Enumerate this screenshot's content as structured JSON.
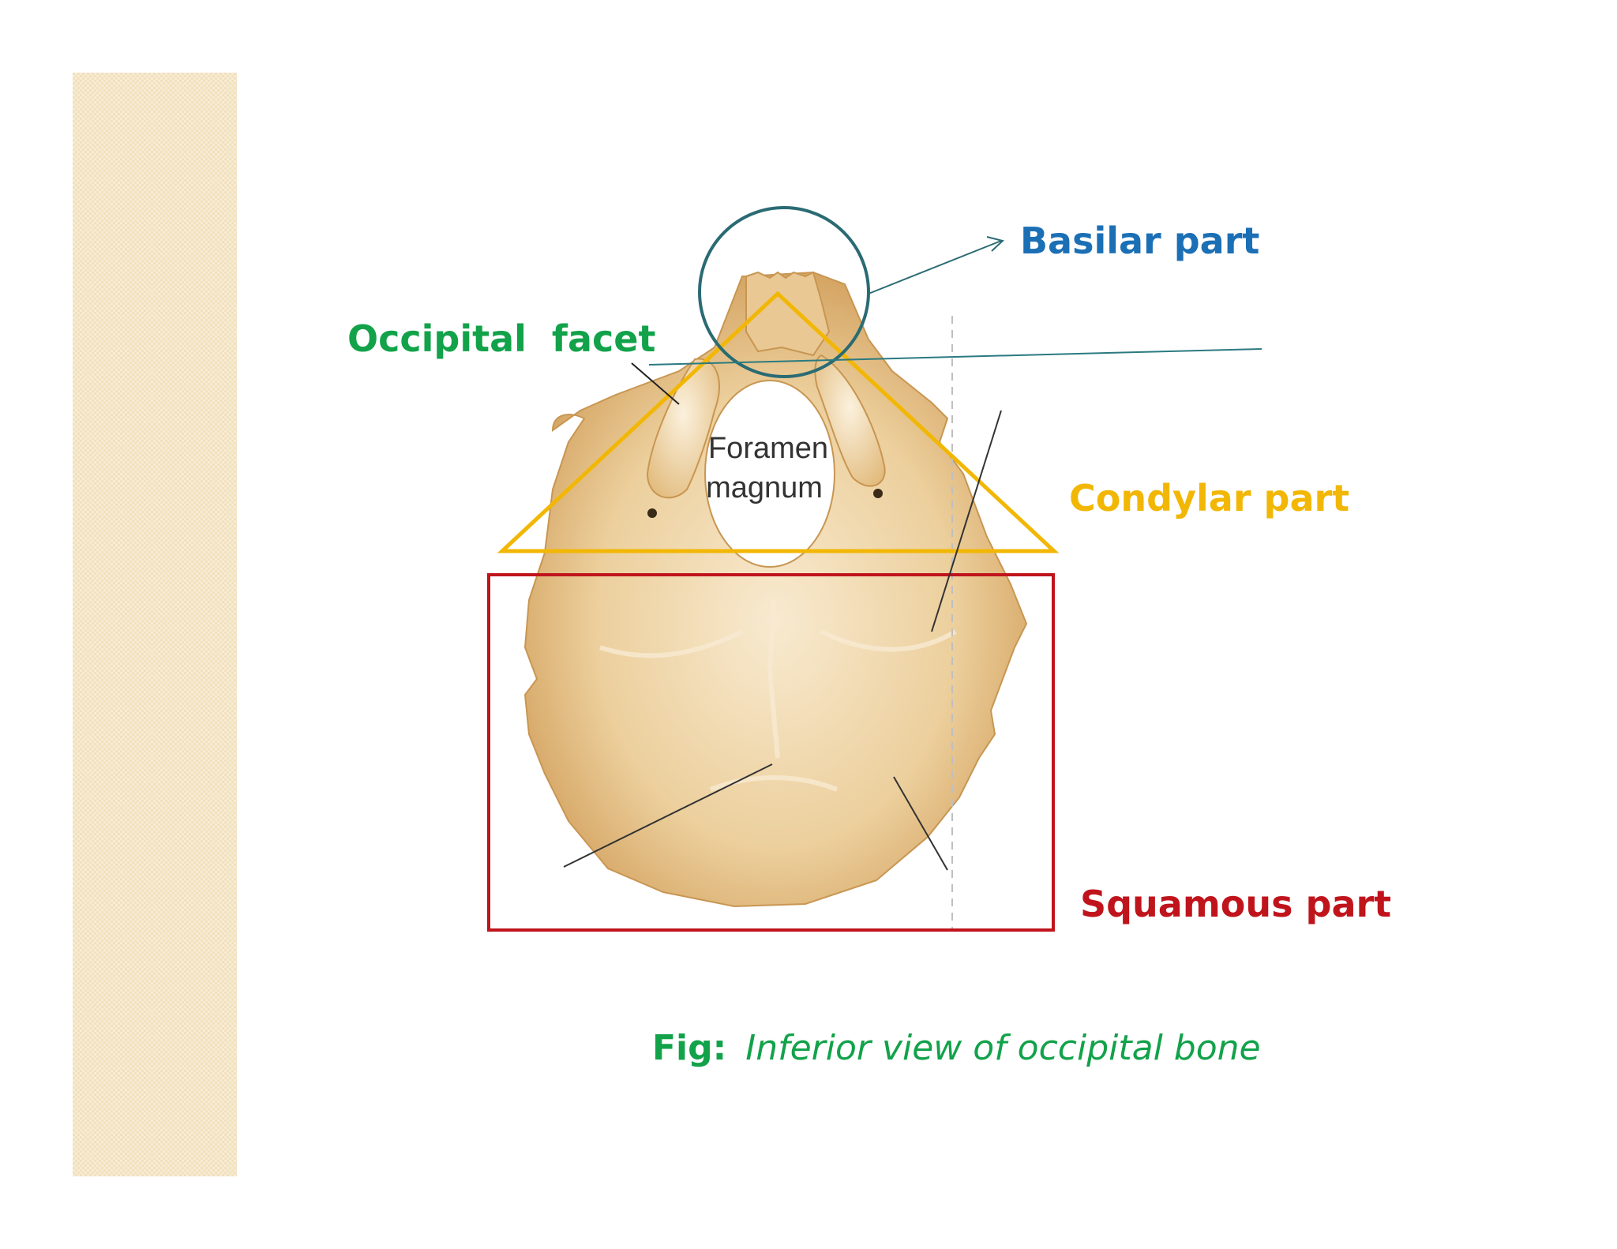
{
  "labels": {
    "basilar": "Basilar part",
    "occipital_facet": "Occipital  facet",
    "condylar": "Condylar part",
    "squamous": "Squamous part",
    "foramen_line1": "Foramen",
    "foramen_line2": "magnum"
  },
  "caption": {
    "label": "Fig:",
    "text": "Inferior view of occipital bone"
  },
  "colors": {
    "basilar": "#1b6fb5",
    "occipital_facet": "#12a24a",
    "condylar": "#f2b705",
    "squamous": "#c0141c",
    "circle": "#2a6b73",
    "bone": "#e8c48c",
    "bone_light": "#f6e6c6",
    "side_band": "#f2e1bd"
  }
}
